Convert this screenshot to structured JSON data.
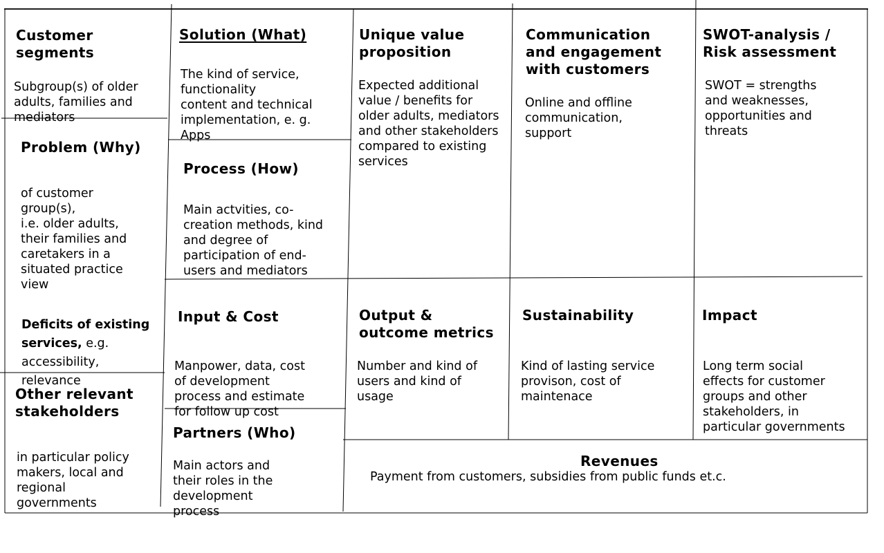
{
  "cells": {
    "customer_segments": {
      "title": "Customer\nsegments",
      "text": "Subgroup(s) of older\nadults, families and\nmediators"
    },
    "problem": {
      "title": "Problem (Why)",
      "text": "of customer\ngroup(s),\ni.e. older adults,\ntheir families and\ncaretakers in a\nsituated practice\nview",
      "deficits_bold": "Deficits of existing\nservices,",
      "deficits_text": " e.g.\naccessibility,\nrelevance"
    },
    "other_stakeholders": {
      "title": "Other  relevant\nstakeholders",
      "text": "in particular policy\nmakers, local and\nregional\ngovernments"
    },
    "solution": {
      "title": "Solution (What)",
      "text": "The kind of service,\nfunctionality\ncontent and  technical\nimplementation, e. g.\nApps"
    },
    "process": {
      "title": "Process  (How)",
      "text": "Main actvities, co-\ncreation methods, kind\nand degree of\nparticipation of end-\nusers and mediators"
    },
    "input_cost": {
      "title": "Input & Cost",
      "text": "Manpower, data, cost\nof development\nprocess and estimate\nfor follow up cost"
    },
    "partners": {
      "title": "Partners  (Who)",
      "text": "Main actors and\ntheir roles in the\ndevelopment\nprocess"
    },
    "uvp": {
      "title": "Unique value\nproposition",
      "text": "Expected additional\nvalue / benefits for\nolder adults, mediators\nand other stakeholders\ncompared to existing\nservices"
    },
    "output": {
      "title": "Output &\noutcome metrics",
      "text": "Number and kind of\nusers and kind of\nusage"
    },
    "communication": {
      "title": "Communication\nand engagement\nwith customers",
      "text": "Online and offline\ncommunication,\nsupport"
    },
    "sustainability": {
      "title": "Sustainability",
      "text": "Kind of lasting service\nprovison, cost of\nmaintenace"
    },
    "swot": {
      "title": "SWOT-analysis /\nRisk assessment",
      "text": "SWOT  = strengths\nand weaknesses,\nopportunities and\nthreats"
    },
    "impact": {
      "title": "Impact",
      "text": "Long term social\neffects for customer\ngroups and other\nstakeholders, in\nparticular governments"
    },
    "revenues": {
      "title": "Revenues",
      "text": "Payment from customers, subsidies from public funds et.c."
    }
  }
}
